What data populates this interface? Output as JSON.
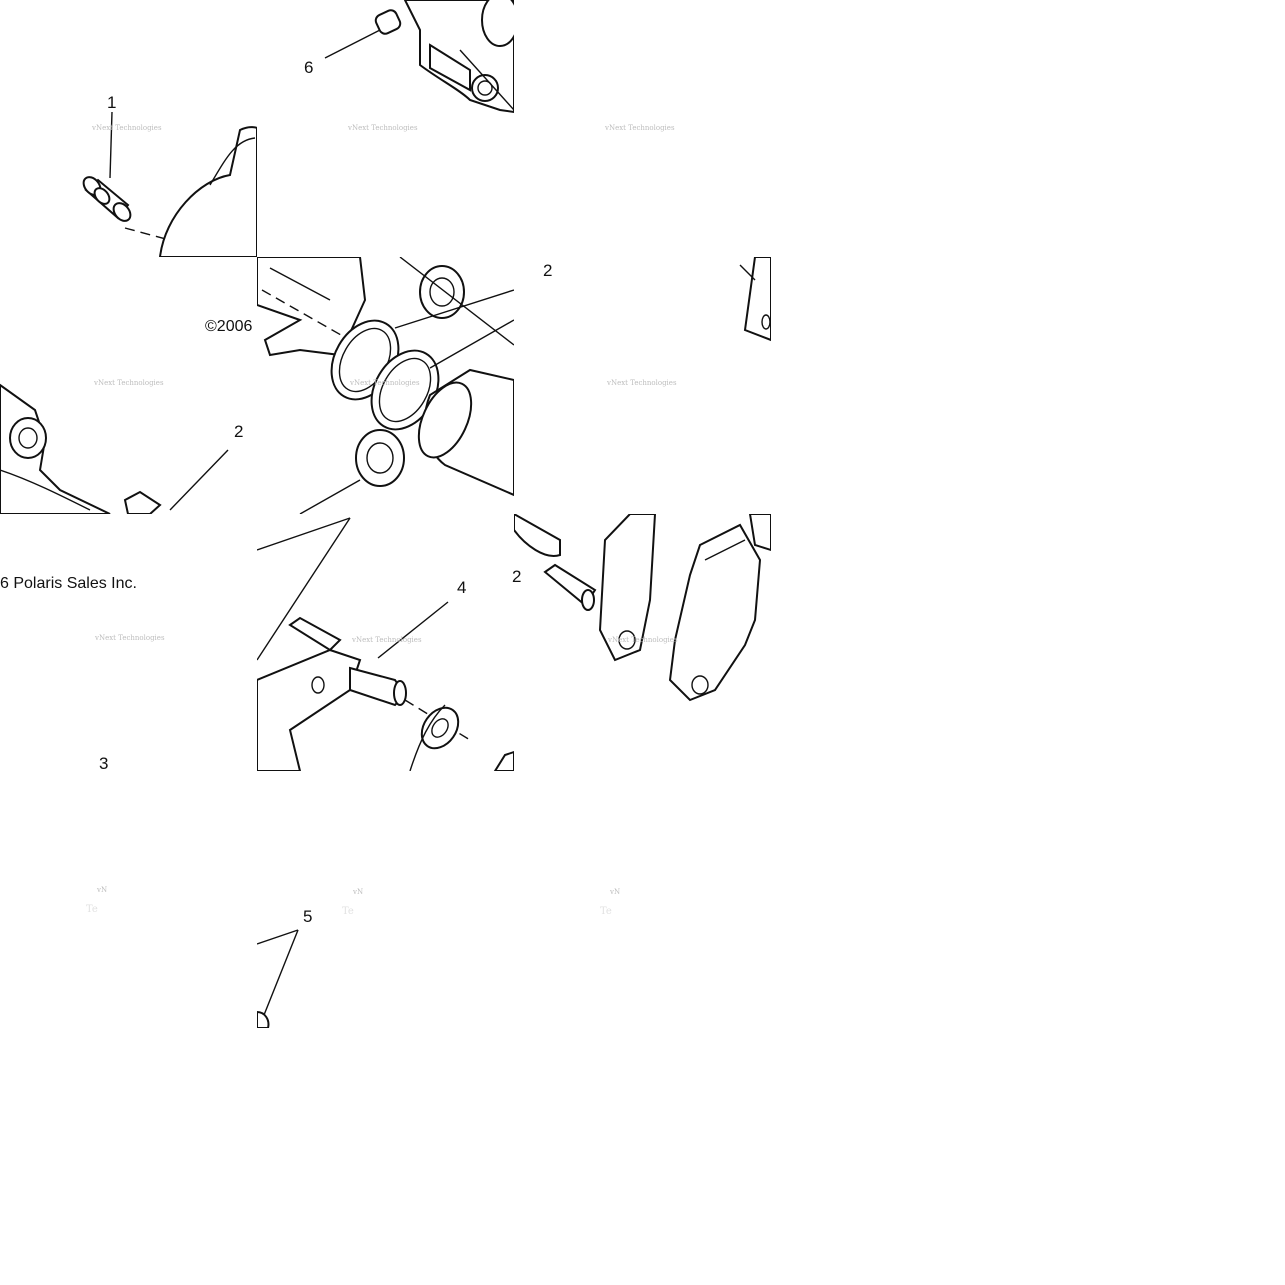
{
  "diagram": {
    "callouts": [
      "1",
      "2",
      "2",
      "3",
      "4",
      "5",
      "6",
      "2"
    ],
    "copyright_fragment_1": "©2006",
    "copyright_fragment_2": "6 Polaris Sales Inc.",
    "watermark_line1": "vNext Technologies",
    "watermark_line2": "Technologies",
    "watermark_partial": "vN",
    "watermark_partial2": "Te"
  }
}
